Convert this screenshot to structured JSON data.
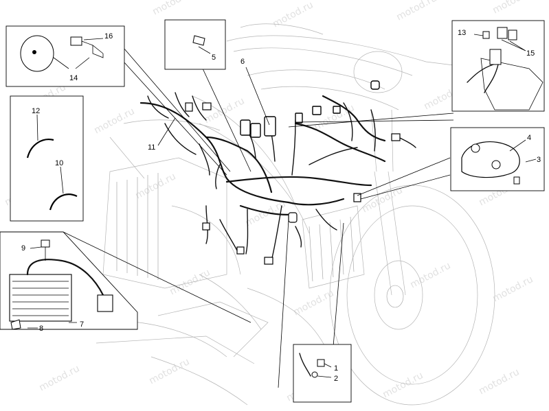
{
  "watermark": "motod.ru",
  "callouts": {
    "p1": "1",
    "p2": "2",
    "p3": "3",
    "p4": "4",
    "p5": "5",
    "p6": "6",
    "p7": "7",
    "p8": "8",
    "p9": "9",
    "p10": "10",
    "p11": "11",
    "p12": "12",
    "p13": "13",
    "p14": "14",
    "p15": "15",
    "p16": "16"
  }
}
